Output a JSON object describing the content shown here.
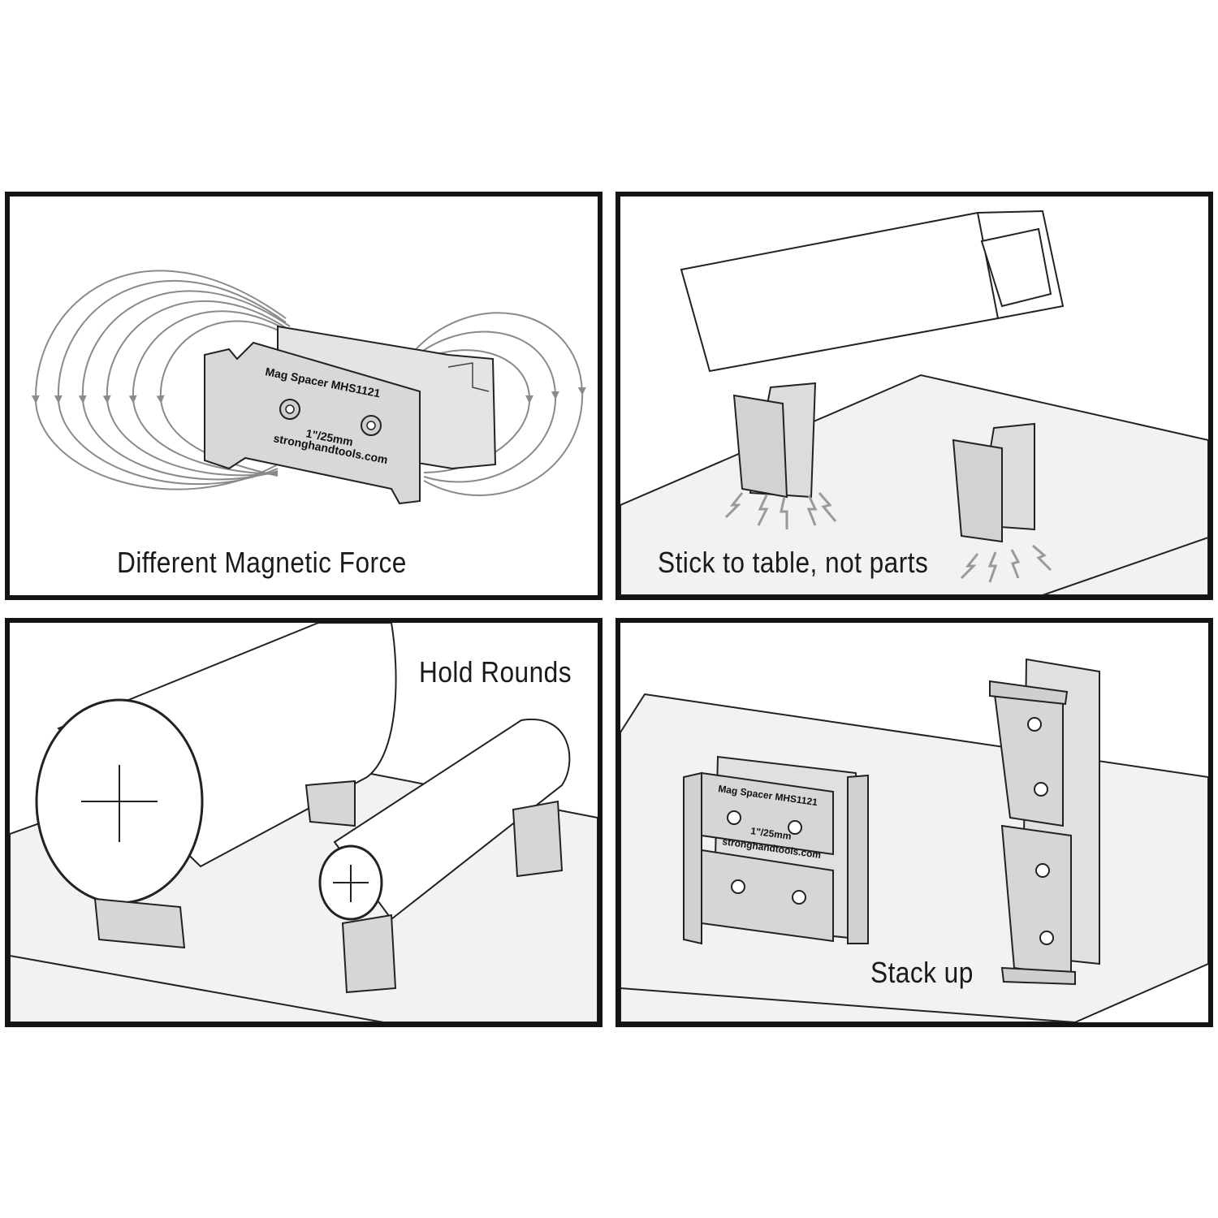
{
  "panels": [
    {
      "caption": "Different Magnetic Force",
      "spacer_text": {
        "model": "Mag Spacer MHS1121",
        "size": "1\"/25mm",
        "website": "stronghandtools.com"
      }
    },
    {
      "caption": "Stick to table, not parts"
    },
    {
      "caption": "Hold Rounds"
    },
    {
      "caption": "Stack up",
      "spacer_text": {
        "model": "Mag Spacer MHS1121",
        "size": "1\"/25mm",
        "website": "stronghandtools.com"
      }
    }
  ],
  "colors": {
    "border": "#141414",
    "field_lines": "#8a8a8a",
    "table": "#f2f2f2",
    "spacer": "#dcdcdc"
  }
}
